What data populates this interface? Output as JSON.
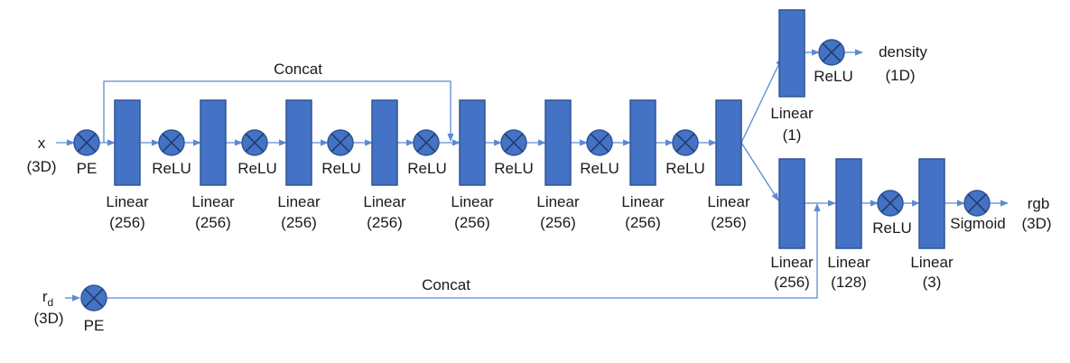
{
  "inputs": {
    "x_label": "x",
    "x_dim": "(3D)",
    "rd_main": "r",
    "rd_sub": "d",
    "rd_dim": "(3D)"
  },
  "ops": {
    "pe": "PE",
    "relu": "ReLU",
    "sigmoid": "Sigmoid"
  },
  "concat_top": "Concat",
  "concat_bottom": "Concat",
  "trunk_layers": [
    {
      "name": "Linear",
      "size": "(256)"
    },
    {
      "name": "Linear",
      "size": "(256)"
    },
    {
      "name": "Linear",
      "size": "(256)"
    },
    {
      "name": "Linear",
      "size": "(256)"
    },
    {
      "name": "Linear",
      "size": "(256)"
    },
    {
      "name": "Linear",
      "size": "(256)"
    },
    {
      "name": "Linear",
      "size": "(256)"
    },
    {
      "name": "Linear",
      "size": "(256)"
    }
  ],
  "density_head": {
    "layer": {
      "name": "Linear",
      "size": "(1)"
    },
    "output": "density",
    "output_dim": "(1D)"
  },
  "rgb_head": {
    "layers": [
      {
        "name": "Linear",
        "size": "(256)"
      },
      {
        "name": "Linear",
        "size": "(128)"
      },
      {
        "name": "Linear",
        "size": "(3)"
      }
    ],
    "output": "rgb",
    "output_dim": "(3D)"
  }
}
